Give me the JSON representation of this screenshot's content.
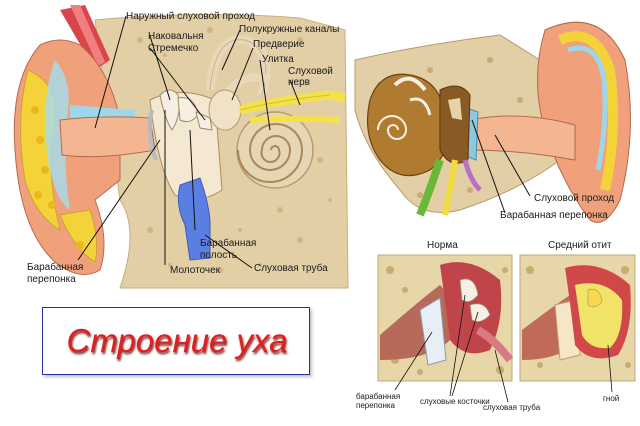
{
  "left_diagram": {
    "labels": {
      "ear_canal": "Наружный слуховой проход",
      "incus": "Наковальня",
      "stapes": "Стремечко",
      "semicircular_canals": "Полукружные каналы",
      "vestibule": "Предверие",
      "cochlea": "Улитка",
      "auditory_nerve": "Слуховой нерв",
      "eardrum": "Барабанная перепонка",
      "tympanic_cavity": "Барабанная полость",
      "malleus": "Молоточек",
      "eustachian_tube": "Слуховая труба"
    }
  },
  "right_diagram": {
    "labels": {
      "ear_canal": "Слуховой проход",
      "eardrum": "Барабанная перепонка"
    }
  },
  "comparison": {
    "normal_title": "Норма",
    "otitis_title": "Средний отит",
    "labels": {
      "eardrum": "барабанная перепонка",
      "ossicles": "слуховые косточки",
      "tube": "слуховая труба",
      "pus": "гной"
    }
  },
  "title": "Строение уха",
  "colors": {
    "title_red": "#e02020",
    "box_border": "#2a2fa0",
    "skin": "#f0a07a",
    "fat": "#f4d23a",
    "bone": "#e8d2a8",
    "cartilage": "#9fd6ea",
    "tube_blue": "#5a7fe0",
    "nerve_yellow": "#f3e24a",
    "pus_yellow": "#f2e36a"
  }
}
